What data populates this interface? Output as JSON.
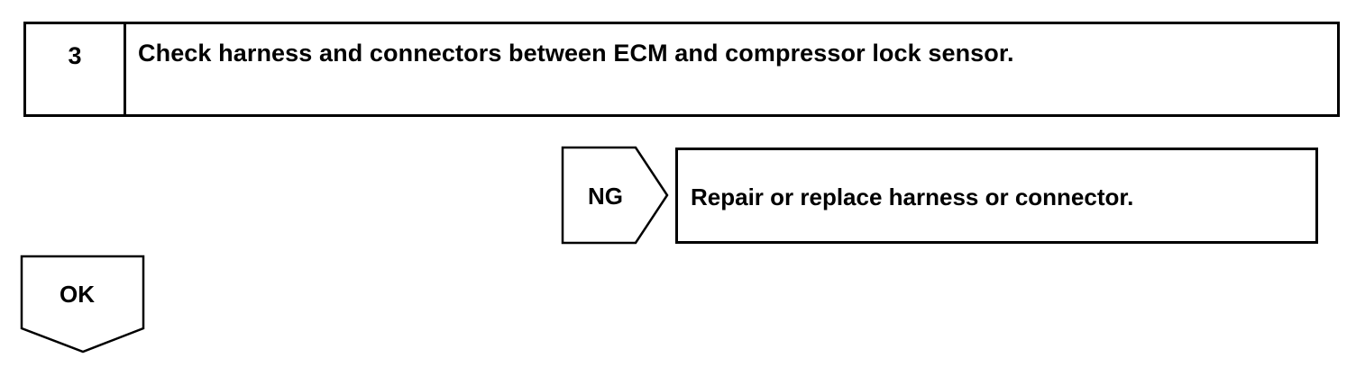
{
  "step": {
    "number": "3",
    "title": "Check harness and connectors between ECM and compressor lock sensor."
  },
  "ng_branch": {
    "label": "NG",
    "action": "Repair or replace harness or connector."
  },
  "ok_branch": {
    "label": "OK"
  }
}
